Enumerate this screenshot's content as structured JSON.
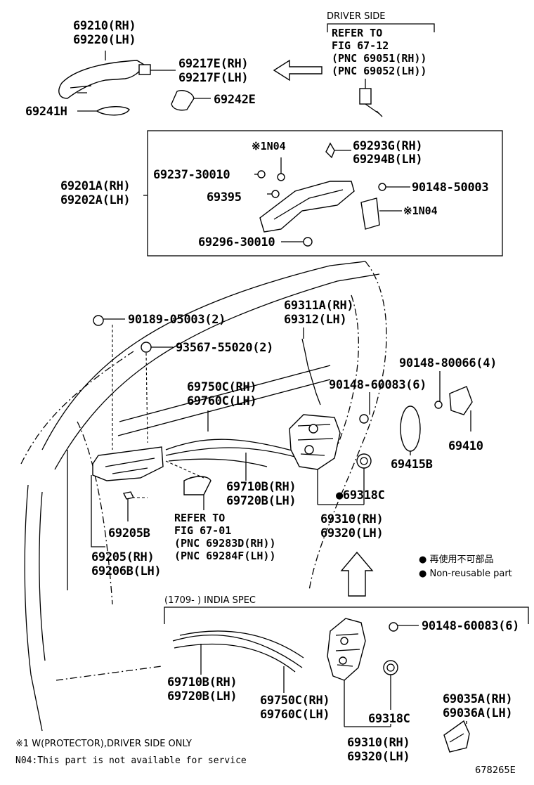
{
  "labels": {
    "p69210": "69210(RH)",
    "p69220": "69220(LH)",
    "p69217E": "69217E(RH)",
    "p69217F": "69217F(LH)",
    "p69242E": "69242E",
    "p69241H": "69241H",
    "driver_side": "DRIVER SIDE",
    "refer_top_1": "REFER TO",
    "refer_top_2": "FIG 67-12",
    "refer_top_3": "(PNC 69051(RH))",
    "refer_top_4": "(PNC 69052(LH))",
    "n04_a": "※1N04",
    "p69293G": "69293G(RH)",
    "p69294B": "69294B(LH)",
    "p69237": "69237-30010",
    "p69201A": "69201A(RH)",
    "p69202A": "69202A(LH)",
    "p69395": "69395",
    "p90148_50003": "90148-50003",
    "n04_b": "※1N04",
    "p69296": "69296-30010",
    "p90189": "90189-05003(2)",
    "p93567": "93567-55020(2)",
    "p69311A": "69311A(RH)",
    "p69312": "69312(LH)",
    "p90148_80066": "90148-80066(4)",
    "p69750C_a": "69750C(RH)",
    "p69760C_a": "69760C(LH)",
    "p90148_60083_a": "90148-60083(6)",
    "p69410": "69410",
    "p69415B": "69415B",
    "p69710B_a": "69710B(RH)",
    "p69720B_a": "69720B(LH)",
    "p69318C_a": "●69318C",
    "refer_mid_1": "REFER TO",
    "refer_mid_2": "FIG 67-01",
    "refer_mid_3": "(PNC 69283D(RH))",
    "refer_mid_4": "(PNC 69284F(LH))",
    "p69205B": "69205B",
    "p69310_a": "69310(RH)",
    "p69320_a": "69320(LH)",
    "p69205": "69205(RH)",
    "p69206B": "69206B(LH)",
    "legend_jp": "● 再使用不可部品",
    "legend_en": "● Non-reusable part",
    "india_spec": "(1709-     ) INDIA SPEC",
    "p90148_60083_b": "90148-60083(6)",
    "p69710B_b": "69710B(RH)",
    "p69720B_b": "69720B(LH)",
    "p69750C_b": "69750C(RH)",
    "p69760C_b": "69760C(LH)",
    "p69318C_b": "69318C",
    "p69035A": "69035A(RH)",
    "p69036A": "69036A(LH)",
    "p69310_b": "69310(RH)",
    "p69320_b": "69320(LH)",
    "note1": "※1 W(PROTECTOR),DRIVER SIDE ONLY",
    "note2": "N04:This part is not available for service",
    "figure_id": "678265E"
  }
}
